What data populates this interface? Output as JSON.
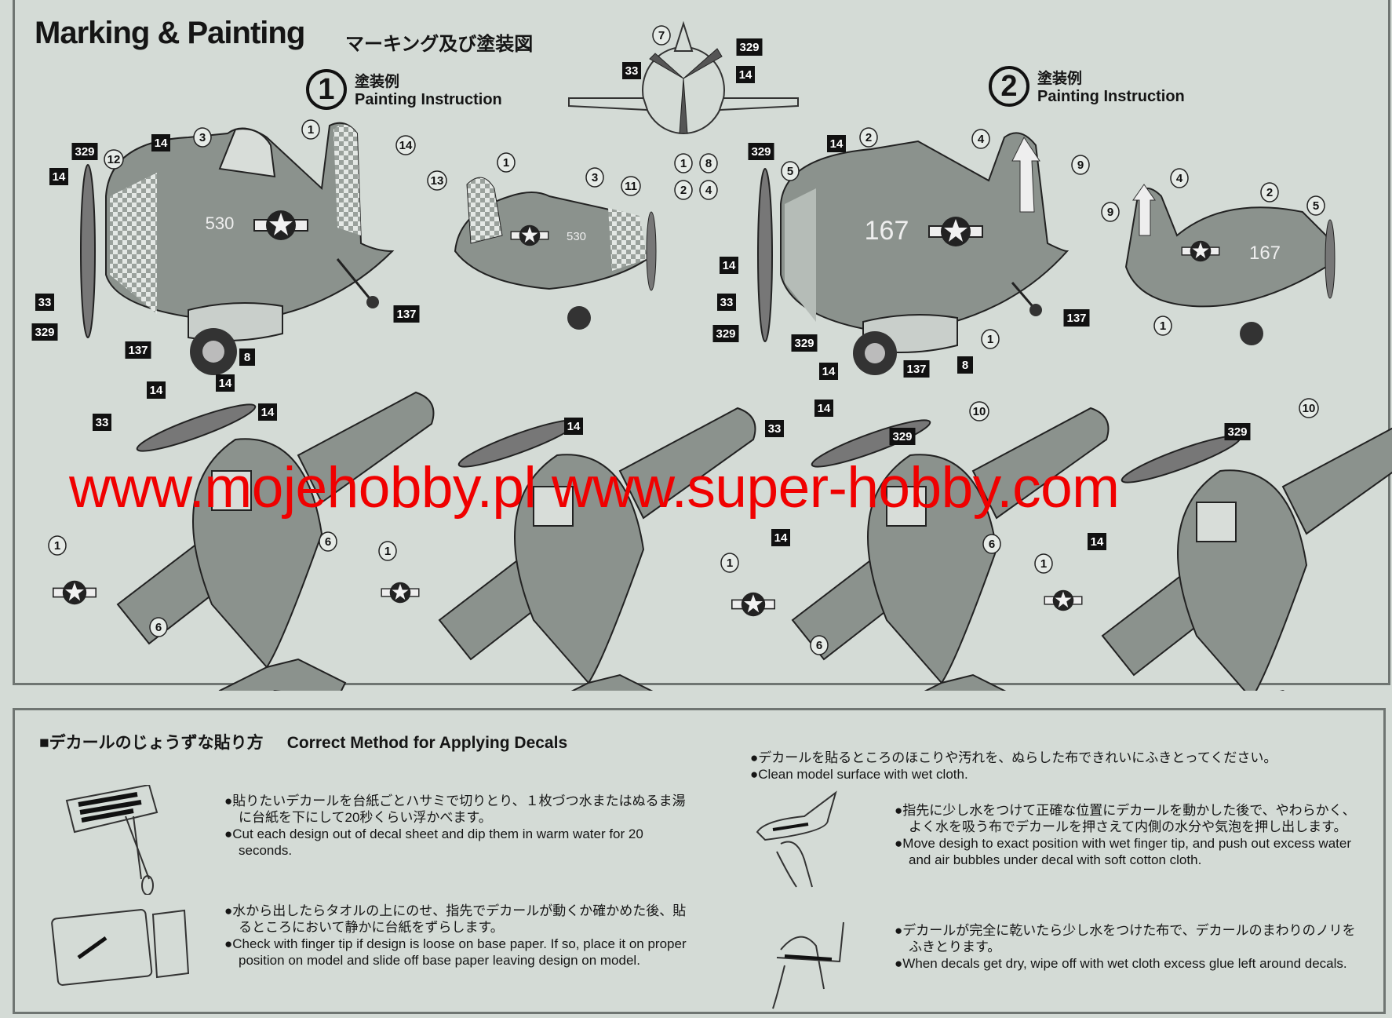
{
  "header": {
    "title": "Marking & Painting",
    "title_jp": "マーキング及び塗装図"
  },
  "schemes": [
    {
      "number": "1",
      "label_jp": "塗装例",
      "label_en": "Painting Instruction"
    },
    {
      "number": "2",
      "label_jp": "塗装例",
      "label_en": "Painting Instruction"
    }
  ],
  "aircraft_numbers": {
    "scheme1": "530",
    "scheme2": "167"
  },
  "callouts": {
    "top_view": [
      "7",
      "33",
      "329",
      "14",
      "1",
      "8",
      "2",
      "4"
    ],
    "side1": [
      "329",
      "14",
      "33",
      "329",
      "137",
      "14",
      "8",
      "137",
      "14",
      "3",
      "1",
      "14",
      "12"
    ],
    "side1_small": [
      "13",
      "1",
      "3",
      "11"
    ],
    "side2": [
      "329",
      "14",
      "14",
      "33",
      "329",
      "329",
      "14",
      "137",
      "8",
      "137",
      "2",
      "4",
      "9",
      "5",
      "1"
    ],
    "side2_small": [
      "9",
      "4",
      "2",
      "5",
      "1"
    ],
    "iso1": [
      "14",
      "33",
      "14",
      "1",
      "6",
      "6"
    ],
    "iso2": [
      "14",
      "1"
    ],
    "iso3": [
      "14",
      "33",
      "329",
      "14",
      "10",
      "6",
      "1",
      "6"
    ],
    "iso4": [
      "329",
      "14",
      "10",
      "1"
    ]
  },
  "watermark": "www.mojehobby.pl www.super-hobby.com",
  "decals": {
    "heading_jp": "■デカールのじょうずな貼り方",
    "heading_en": "Correct Method for Applying Decals",
    "steps": [
      {
        "jp": "貼りたいデカールを台紙ごとハサミで切りとり、１枚づつ水またはぬるま湯に台紙を下にして20秒くらい浮かべます。",
        "en": "Cut each design out of decal sheet and  dip them in warm water for 20 seconds."
      },
      {
        "jp": "水から出したらタオルの上にのせ、指先でデカールが動くか確かめた後、貼るところにおいて静かに台紙をずらします。",
        "en": "Check with finger tip if design is loose on base paper. If so, place it on proper position on model and slide off base paper leaving design on model."
      },
      {
        "jp": "デカールを貼るところのほこりや汚れを、ぬらした布できれいにふきとってください。",
        "en": "Clean model surface with wet cloth."
      },
      {
        "jp": "指先に少し水をつけて正確な位置にデカールを動かした後で、やわらかく、よく水を吸う布でデカールを押さえて内側の水分や気泡を押し出します。",
        "en": "Move desigh to exact position with wet finger tip, and push out excess water and air bubbles under decal with soft  cotton cloth."
      },
      {
        "jp": "デカールが完全に乾いたら少し水をつけた布で、デカールのまわりのノリをふきとります。",
        "en": "When decals get dry, wipe off with wet cloth excess glue left around decals."
      }
    ]
  },
  "colors": {
    "paper": "#d4dbd6",
    "paint": "#8b928d",
    "watermark": "#f00000"
  }
}
